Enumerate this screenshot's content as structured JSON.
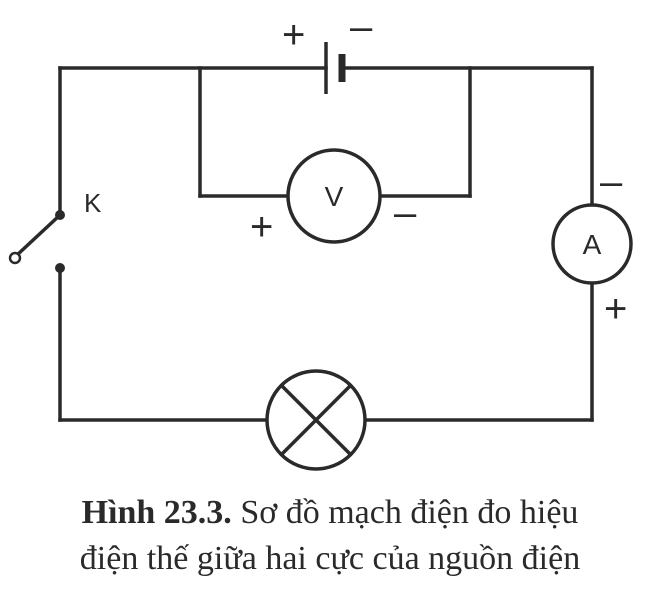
{
  "diagram": {
    "switch_label": "K",
    "voltmeter_label": "V",
    "ammeter_label": "A",
    "plus_sign": "+",
    "minus_sign": "–"
  },
  "caption": {
    "label": "Hình 23.3.",
    "line1": "Sơ đồ mạch điện đo hiệu",
    "line2": "điện thế giữa hai cực của nguồn điện"
  },
  "colors": {
    "line": "#2a2a2a",
    "background": "#ffffff"
  }
}
